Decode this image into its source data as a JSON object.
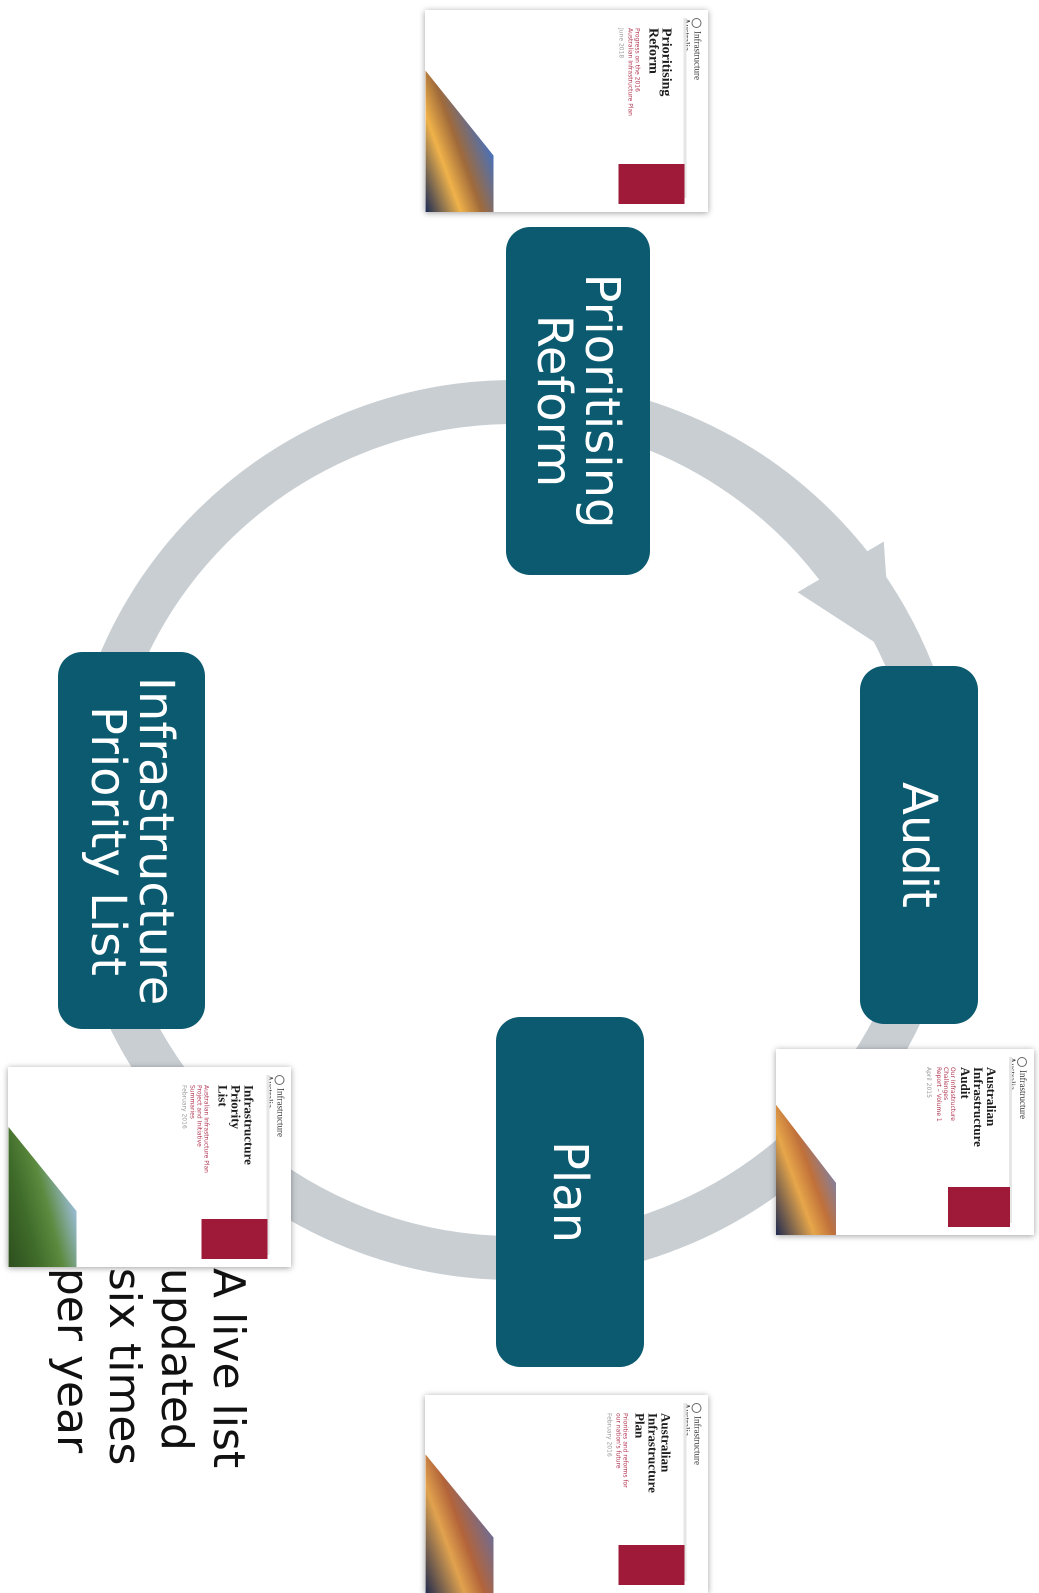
{
  "diagram": {
    "stages": [
      {
        "id": "prioritising-reform",
        "label": "Prioritising\nReform"
      },
      {
        "id": "audit",
        "label": "Audit"
      },
      {
        "id": "plan",
        "label": "Plan"
      },
      {
        "id": "ipl",
        "label": "Infrastructure\nPriority List"
      }
    ],
    "documents": [
      {
        "id": "prioritising-reform",
        "org": "Infrastructure\nAustralia",
        "title": "Prioritising\nReform",
        "subtitle": "Progress on the 2016\nAustralian Infrastructure Plan",
        "date": "June 2018",
        "photo": "city-night-skyline"
      },
      {
        "id": "audit",
        "org": "Infrastructure\nAustralia",
        "title": "Australian\nInfrastructure\nAudit",
        "subtitle": "Our Infrastructure\nChallenges\nReport – Volume 1",
        "date": "April 2015",
        "photo": "city-night-skyline"
      },
      {
        "id": "plan",
        "org": "Infrastructure\nAustralia",
        "title": "Australian\nInfrastructure\nPlan",
        "subtitle": "Priorities and reforms for\nour nation's future",
        "date": "February 2016",
        "photo": "city-night-skyline"
      },
      {
        "id": "ipl",
        "org": "Infrastructure\nAustralia",
        "title": "Infrastructure\nPriority\nList",
        "subtitle": "Australian Infrastructure Plan\nProject and Initiative\nSummaries",
        "date": "February 2016",
        "photo": "rail-line-countryside"
      }
    ],
    "note": "A live list\nupdated\nsix times\nper year",
    "colors": {
      "stage_fill": "#0c5a70",
      "stage_text": "#ffffff",
      "arrow": "#c8ced2",
      "cover_accent": "#9e1a38"
    }
  }
}
